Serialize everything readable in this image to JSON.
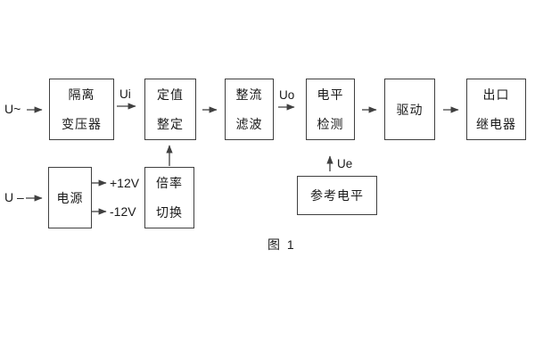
{
  "figure": {
    "caption": "图 1",
    "colors": {
      "line": "#404040",
      "text": "#1a1a1a",
      "background": "#ffffff"
    },
    "labels": {
      "input_ac": "U~",
      "input_dc": "U –",
      "ui": "Ui",
      "uo": "Uo",
      "ue": "Ue",
      "plus12": "+12V",
      "minus12": "-12V"
    },
    "blocks": {
      "isolation_transformer": {
        "line1": "隔离",
        "line2": "变压器"
      },
      "setting_adjust": {
        "line1": "定值",
        "line2": "整定"
      },
      "rectify_filter": {
        "line1": "整流",
        "line2": "滤波"
      },
      "level_detect": {
        "line1": "电平",
        "line2": "检测"
      },
      "drive": {
        "line1": "驱动"
      },
      "output_relay": {
        "line1": "出口",
        "line2": "继电器"
      },
      "power_supply": {
        "line1": "电源"
      },
      "ratio_switch": {
        "line1": "倍率",
        "line2": "切换"
      },
      "reference_level": {
        "line1": "参考电平"
      }
    }
  }
}
